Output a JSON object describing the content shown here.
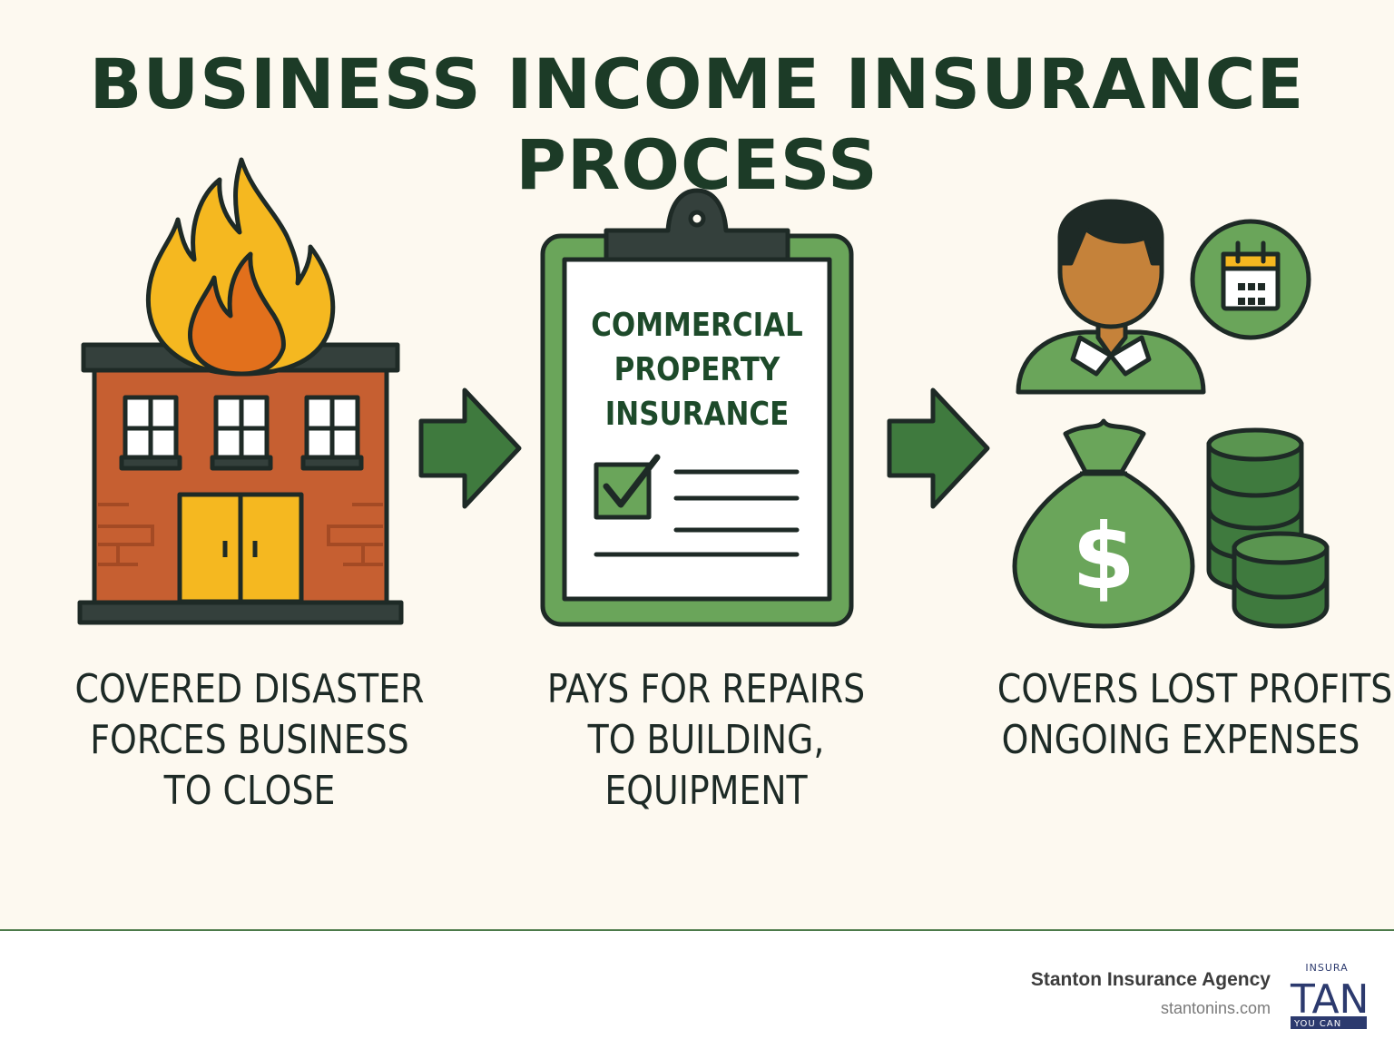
{
  "title": "BUSINESS INCOME INSURANCE PROCESS",
  "steps": [
    {
      "icon": "burning-building-icon",
      "caption_lines": [
        "COVERED DISASTER",
        "FORCES BUSINESS",
        "TO CLOSE"
      ]
    },
    {
      "icon": "clipboard-policy-icon",
      "doc_lines": [
        "COMMERCIAL",
        "PROPERTY",
        "INSURANCE"
      ],
      "caption_lines": [
        "PAYS FOR REPAIRS",
        "TO BUILDING,",
        "EQUIPMENT"
      ]
    },
    {
      "icon": "person-money-icon",
      "caption_lines": [
        "COVERS LOST PROFITS,",
        "ONGOING EXPENSES"
      ]
    }
  ],
  "connectors": [
    "arrow-right-icon",
    "arrow-right-icon"
  ],
  "footer": {
    "company": "Stanton Insurance Agency",
    "url": "stantonins.com",
    "logo_text": {
      "top": "INSURA",
      "main": "TAN",
      "sub": "YOU CAN"
    }
  },
  "colors": {
    "title": "#1c3b27",
    "green": "#6aa55a",
    "dark_green": "#3f7a3e",
    "outline": "#1e2a26",
    "brick": "#c65f31",
    "flame_yellow": "#f5b820",
    "flame_orange": "#e2701c",
    "logo_navy": "#2c3a6e"
  }
}
